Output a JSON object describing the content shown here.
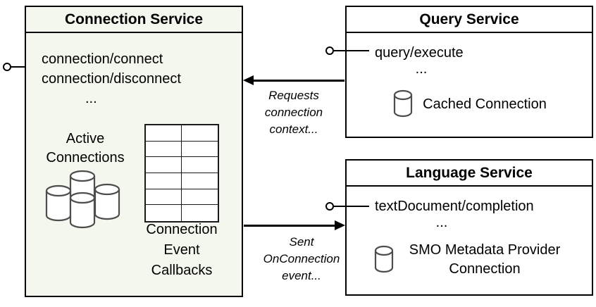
{
  "connection_service": {
    "title": "Connection Service",
    "methods": [
      "connection/connect",
      "connection/disconnect"
    ],
    "ellipsis": "...",
    "active_connections_label": "Active Connections",
    "callbacks_label": "Connection Event Callbacks"
  },
  "query_service": {
    "title": "Query Service",
    "method": "query/execute",
    "ellipsis": "...",
    "connection_label": "Cached Connection"
  },
  "language_service": {
    "title": "Language Service",
    "method": "textDocument/completion",
    "ellipsis": "...",
    "connection_label": "SMO Metadata Provider Connection"
  },
  "arrows": {
    "requests_label": "Requests connection context...",
    "sent_label": "Sent OnConnection event..."
  },
  "colors": {
    "connection_box_bg": "#f4f7ee",
    "box_border": "#000000",
    "cylinder_stroke": "#4d4d4d"
  }
}
